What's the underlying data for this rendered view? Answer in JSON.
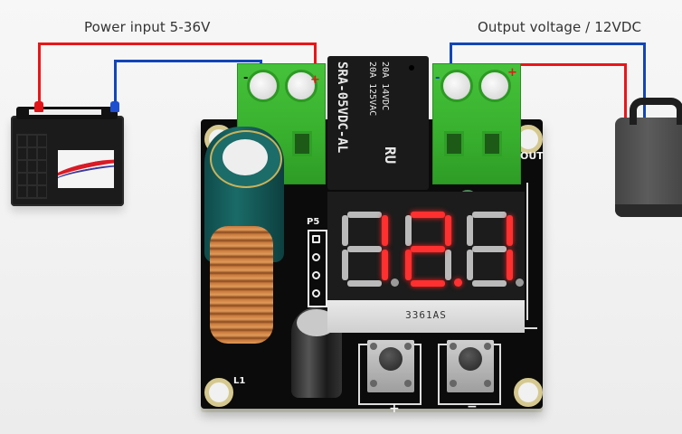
{
  "captions": {
    "input": "Power input 5-36V",
    "output": "Output voltage / 12VDC"
  },
  "colors": {
    "positive_wire": "#e8161a",
    "negative_wire": "#1246b8",
    "terminal_green": "#3ab630",
    "display_red": "#ff3030",
    "pcb_black": "#0b0b0b"
  },
  "battery": {
    "label": "battery",
    "positive": "+",
    "negative": "-"
  },
  "load": {
    "label": "output-device"
  },
  "board": {
    "input_terminal": {
      "neg_mark": "-",
      "pos_mark": "+"
    },
    "output_terminal": {
      "neg_mark": "-",
      "pos_mark": "+"
    },
    "relay": {
      "line1": "20A 14VDC",
      "line2": "20A 125VAC",
      "model": "SRA-05VDC-AL",
      "cert": "RU"
    },
    "out_label": "OUT",
    "header_label": "P5",
    "inductor_label": "L1",
    "display": {
      "reading": "12.1",
      "digits": [
        {
          "char": "1",
          "segments": [
            "b",
            "c"
          ],
          "dp": false
        },
        {
          "char": "2",
          "segments": [
            "a",
            "b",
            "g",
            "e",
            "d"
          ],
          "dp": true
        },
        {
          "char": "1",
          "segments": [
            "b",
            "c"
          ],
          "dp": false
        }
      ],
      "part_number": "3361AS"
    },
    "buttons": [
      {
        "label": "+"
      },
      {
        "label": "−"
      }
    ]
  }
}
